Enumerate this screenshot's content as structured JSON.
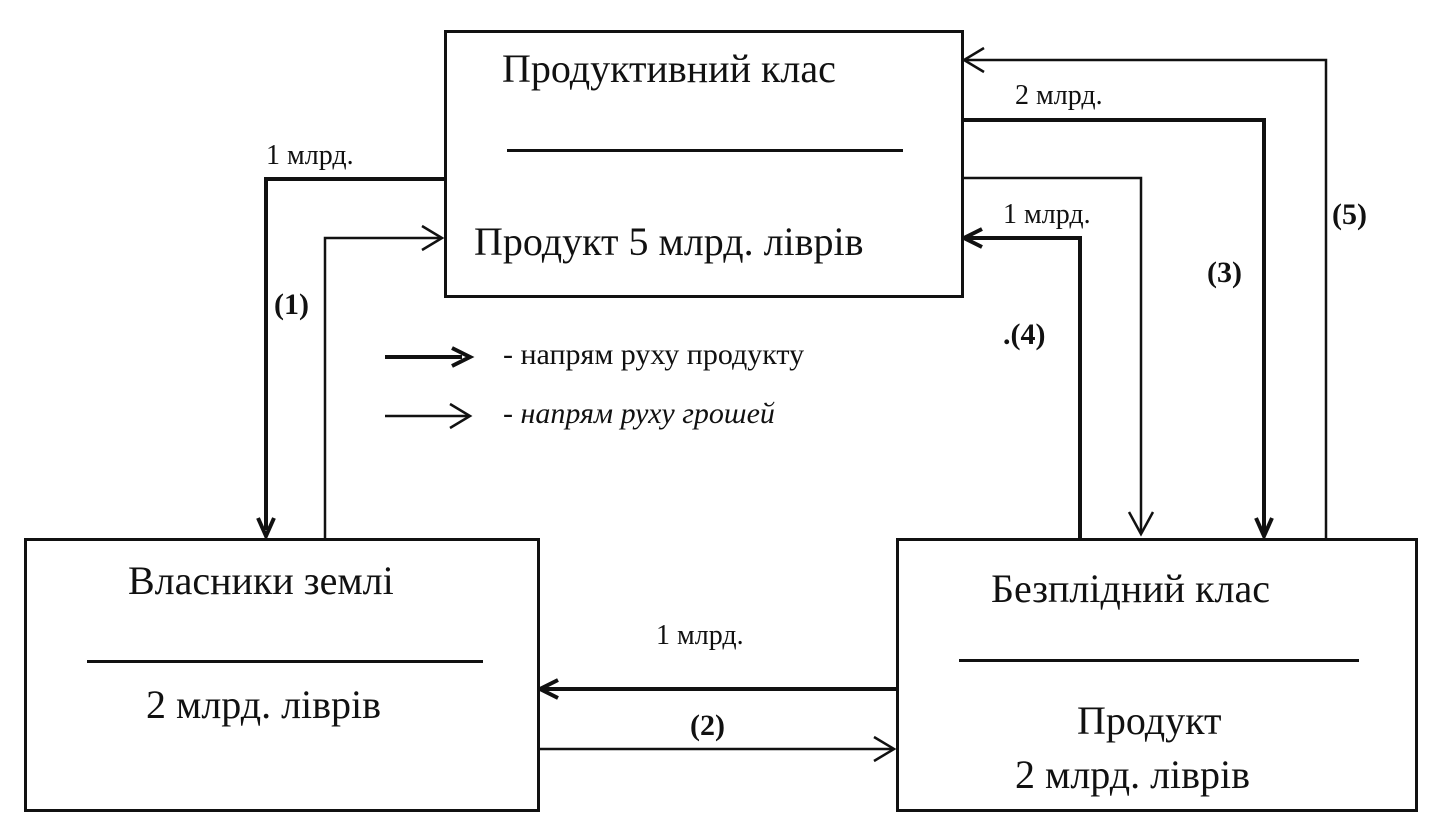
{
  "boxes": {
    "productive": {
      "title": "Продуктивний клас",
      "product": "Продукт 5 млрд. ліврів"
    },
    "landowners": {
      "title": "Власники землі",
      "value": "2 млрд. ліврів"
    },
    "sterile": {
      "title": "Безплідний клас",
      "product_line1": "Продукт",
      "product_line2": "2 млрд. ліврів"
    }
  },
  "flows": {
    "f1": {
      "number": "(1)",
      "amount": "1 млрд."
    },
    "f2": {
      "number": "(2)",
      "amount": "1 млрд."
    },
    "f3": {
      "number": "(3)",
      "amount": "2 млрд."
    },
    "f4": {
      "number": ".(4)",
      "amount": "1 млрд."
    },
    "f5": {
      "number": "(5)"
    }
  },
  "legend": {
    "product": "- напрям руху продукту",
    "money": "- напрям руху грошей"
  }
}
